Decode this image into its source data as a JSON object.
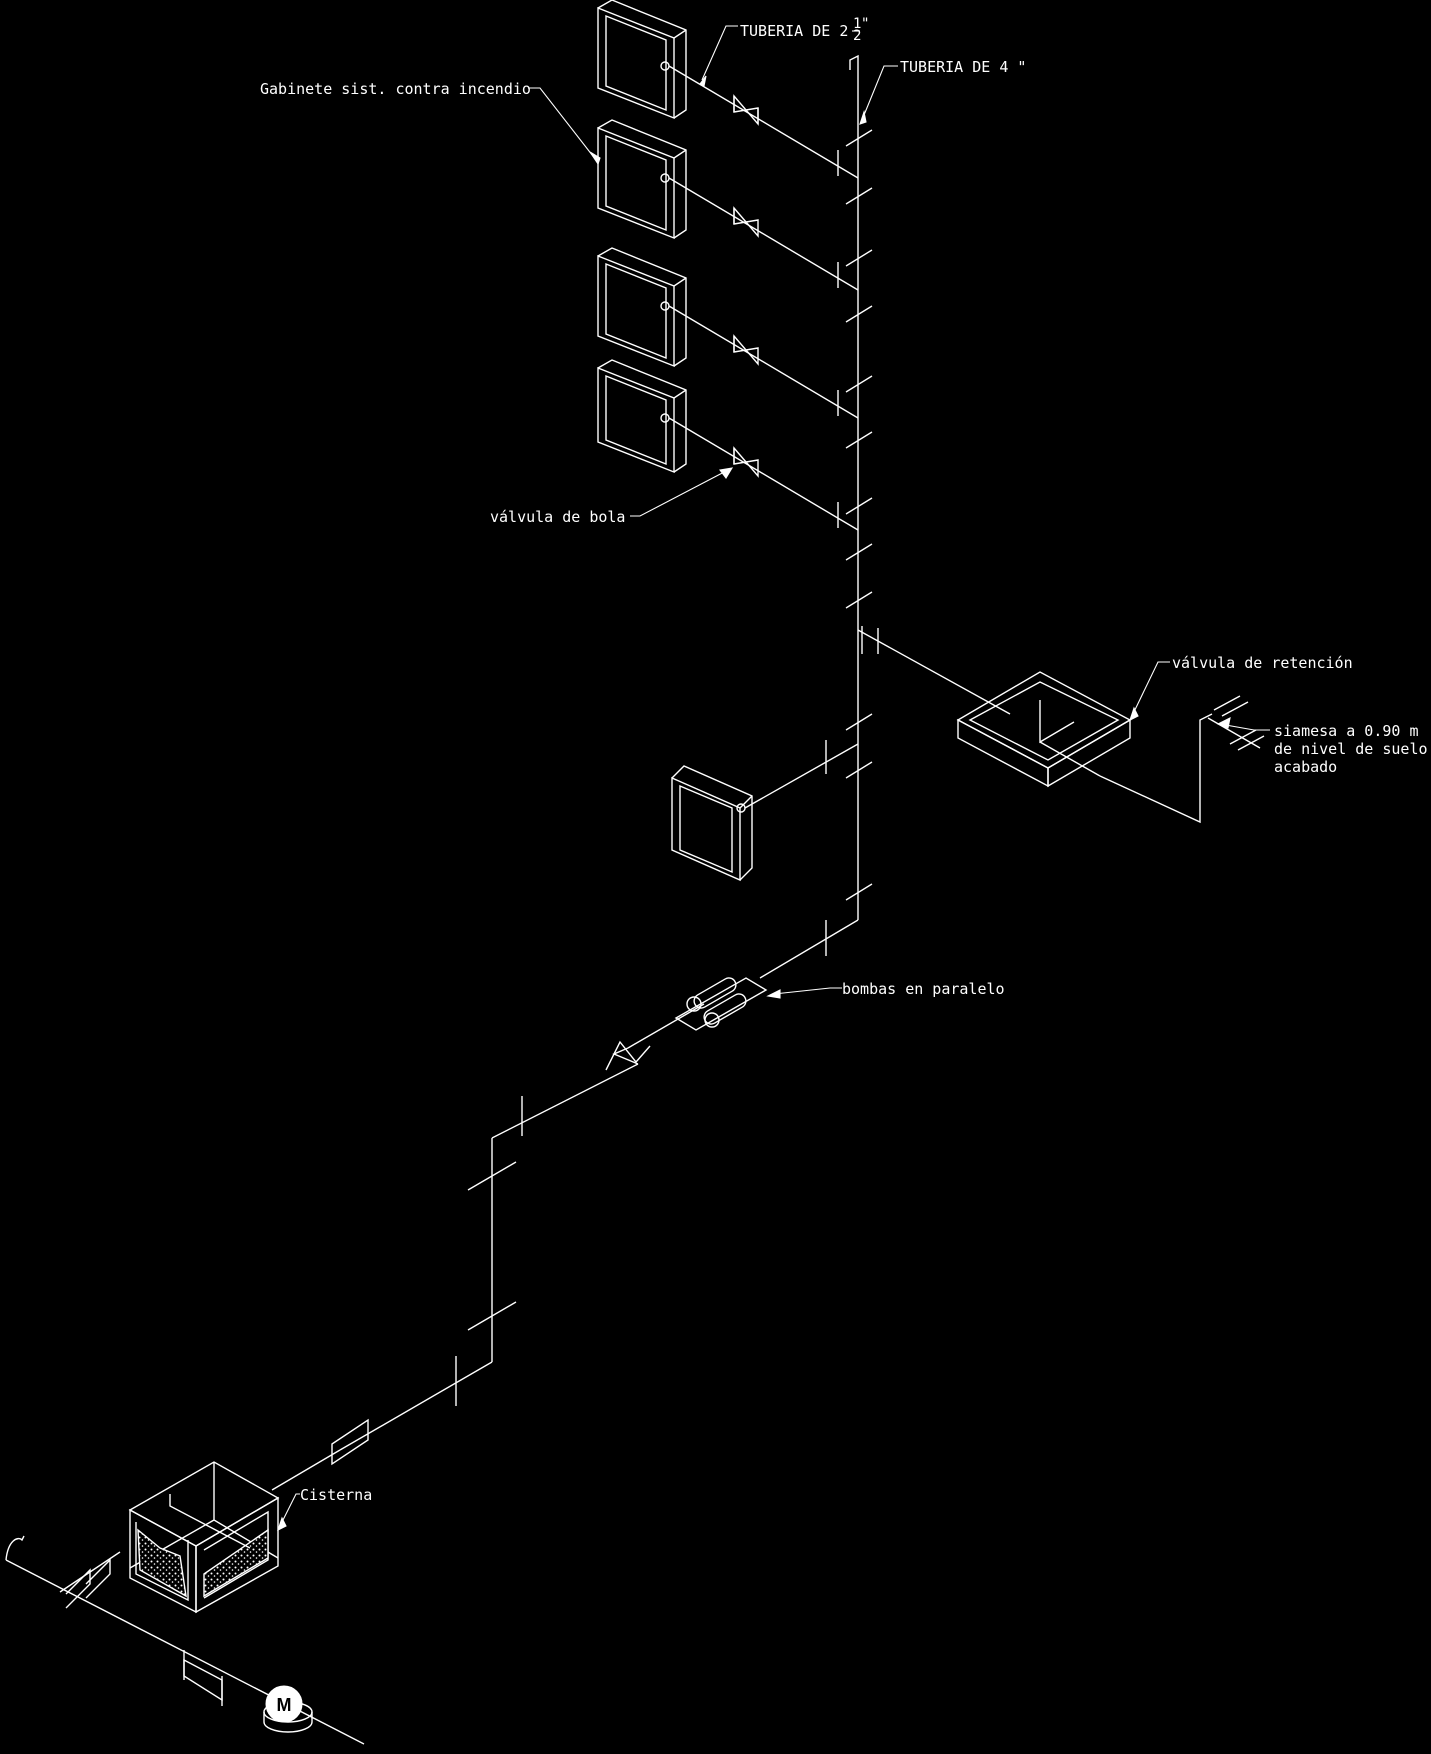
{
  "labels": {
    "tuberia_2": "TUBERIA DE 2",
    "tuberia_2_frac_num": "1",
    "tuberia_2_frac_den": "2",
    "tuberia_2_inch": "\"",
    "tuberia_4": "TUBERIA DE 4 \"",
    "gabinete": "Gabinete sist. contra incendio",
    "valvula_bola": "válvula de bola",
    "valvula_retencion": "válvula de retención",
    "siamesa_1": "siamesa a 0.90 m",
    "siamesa_2": "de nivel de suelo",
    "siamesa_3": "acabado",
    "bombas": "bombas en paralelo",
    "cisterna": "Cisterna",
    "meter": "M"
  },
  "colors": {
    "background": "#000000",
    "line": "#ffffff"
  }
}
